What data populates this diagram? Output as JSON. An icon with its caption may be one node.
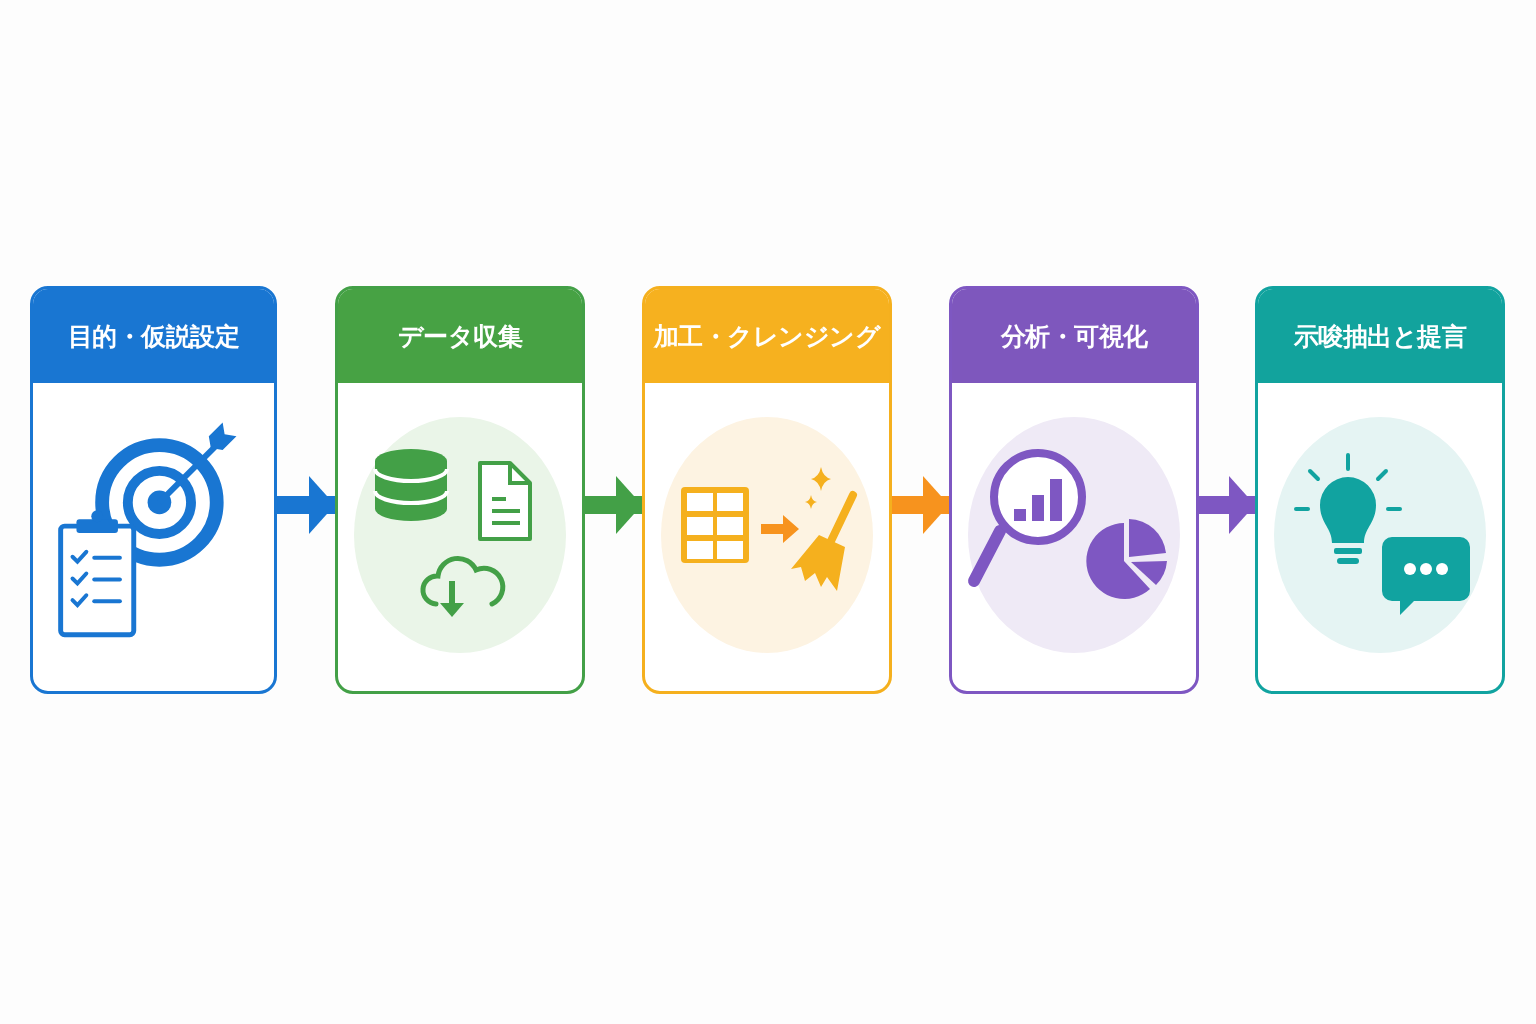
{
  "diagram": {
    "nodes": [
      {
        "text": [
          "目的・仮説設定"
        ]
      },
      {
        "text": [
          "データ収集"
        ]
      },
      {
        "text": [
          "加工・クレンジング"
        ]
      },
      {
        "text": [
          "分析・可視化"
        ]
      },
      {
        "text": [
          "示唆抽出と提言"
        ]
      }
    ],
    "edges": [
      {
        "from": 0,
        "to": 1,
        "arrow": "to",
        "color": "#1976d2"
      },
      {
        "from": 1,
        "to": 2,
        "arrow": "to",
        "color": "#43a047"
      },
      {
        "from": 2,
        "to": 3,
        "arrow": "to",
        "color": "#f7931e"
      },
      {
        "from": 3,
        "to": 4,
        "arrow": "to",
        "color": "#7e57c2"
      }
    ]
  }
}
